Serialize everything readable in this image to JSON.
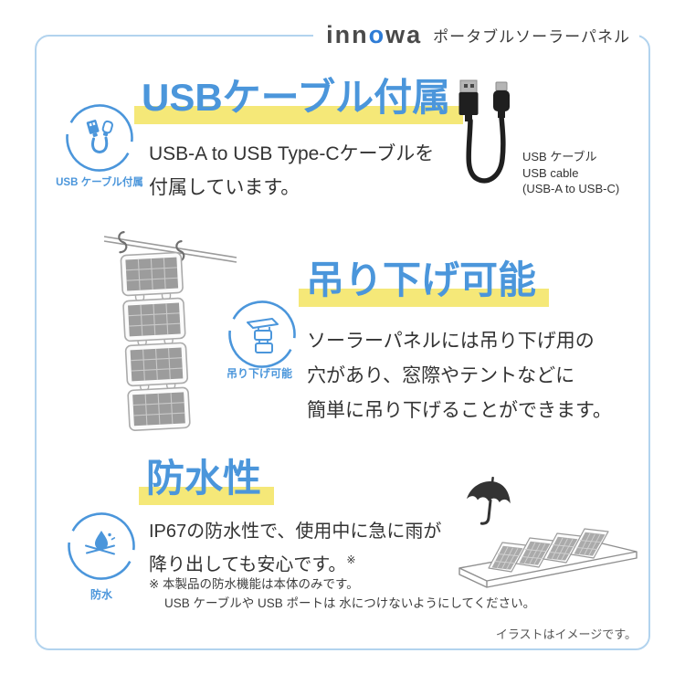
{
  "header": {
    "brand_pre": "inn",
    "brand_o": "o",
    "brand_post": "wa",
    "product": "ポータブルソーラーパネル"
  },
  "sections": {
    "usb": {
      "icon_label": "USB ケーブル付属",
      "heading": "USBケーブル付属",
      "body_line1": "USB-A to USB Type-Cケーブルを",
      "body_line2": "付属しています。",
      "caption_line1": "USB ケーブル",
      "caption_line2": "USB cable",
      "caption_line3": "(USB-A to USB-C)"
    },
    "hanging": {
      "icon_label": "吊り下げ可能",
      "heading": "吊り下げ可能",
      "body_line1": "ソーラーパネルには吊り下げ用の",
      "body_line2": "穴があり、窓際やテントなどに",
      "body_line3": "簡単に吊り下げることができます。"
    },
    "waterproof": {
      "icon_label": "防水",
      "heading": "防水性",
      "body_line1": "IP67の防水性で、使用中に急に雨が",
      "body_line2": "降り出しても安心です。",
      "ref_mark": "※",
      "note_line1": "※ 本製品の防水機能は本体のみです。",
      "note_line2": "USB ケーブルや USB ポートは 水につけないようにしてください。"
    }
  },
  "footer": {
    "disclaimer": "イラストはイメージです。"
  },
  "colors": {
    "accent_blue": "#4B96DB",
    "highlight_yellow": "#F5E878",
    "frame_border": "#B2D3EE",
    "logo_o_blue": "#2E7CD6",
    "text_dark": "#333333",
    "illustration_gray": "#9C9C9C"
  }
}
